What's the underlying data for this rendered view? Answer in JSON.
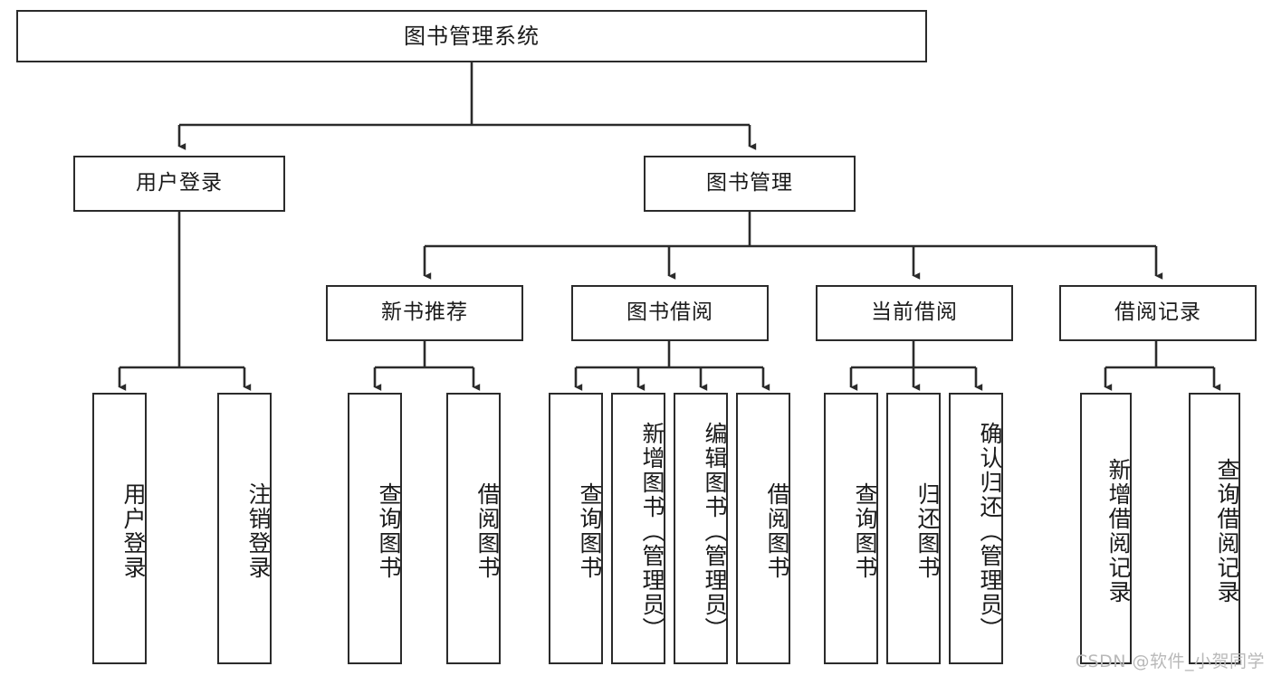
{
  "diagram": {
    "title": "图书管理系统",
    "type": "tree-hierarchy-chart",
    "watermark": "CSDN @软件_小贺同学",
    "colors": {
      "stroke": "#2b2b2b",
      "fill": "#ffffff",
      "text": "#1a1a1a",
      "watermark": "#b9b9b9"
    },
    "levels": {
      "root": {
        "label": "图书管理系统"
      },
      "level2": [
        {
          "id": "user-login",
          "label": "用户登录"
        },
        {
          "id": "book-management",
          "label": "图书管理"
        }
      ],
      "level3": [
        {
          "id": "new-book-recommend",
          "label": "新书推荐"
        },
        {
          "id": "book-borrow",
          "label": "图书借阅"
        },
        {
          "id": "current-borrow",
          "label": "当前借阅"
        },
        {
          "id": "borrow-record",
          "label": "借阅记录"
        }
      ],
      "leaves": {
        "user-login": [
          {
            "id": "leaf-user-login",
            "label": "用户登录"
          },
          {
            "id": "leaf-logout-login",
            "label": "注销登录"
          }
        ],
        "new-book-recommend": [
          {
            "id": "leaf-query-book-1",
            "label": "查询图书"
          },
          {
            "id": "leaf-borrow-book-1",
            "label": "借阅图书"
          }
        ],
        "book-borrow": [
          {
            "id": "leaf-query-book-2",
            "label": "查询图书"
          },
          {
            "id": "leaf-add-book-admin",
            "label": "新增图书（管理员）"
          },
          {
            "id": "leaf-edit-book-admin",
            "label": "编辑图书（管理员）"
          },
          {
            "id": "leaf-borrow-book-2",
            "label": "借阅图书"
          }
        ],
        "current-borrow": [
          {
            "id": "leaf-query-book-3",
            "label": "查询图书"
          },
          {
            "id": "leaf-return-book",
            "label": "归还图书"
          },
          {
            "id": "leaf-confirm-return-admin",
            "label": "确认归还（管理员）"
          }
        ],
        "borrow-record": [
          {
            "id": "leaf-add-borrow-record",
            "label": "新增借阅记录"
          },
          {
            "id": "leaf-query-borrow-record",
            "label": "查询借阅记录"
          }
        ]
      }
    }
  }
}
